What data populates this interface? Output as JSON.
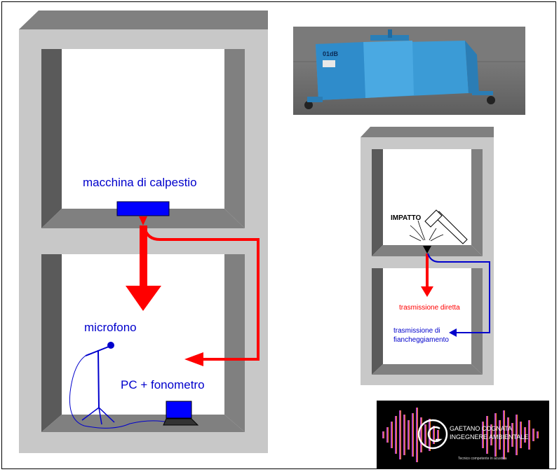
{
  "labels": {
    "machine": "macchina di calpestio",
    "microphone": "microfono",
    "pc": "PC + fonometro",
    "impact": "IMPATTO",
    "direct": "trasmissione diretta",
    "flanking_1": "trasmissione di",
    "flanking_2": "fiancheggiamento"
  },
  "logo": {
    "name_1": "GAETANO COGNATA",
    "name_2": "INGEGNERE AMBIENTALE",
    "tagline": "Tecnico competente in acustica"
  },
  "photo": {
    "brand": "01dB"
  },
  "colors": {
    "wall_face": "#c8c8c8",
    "wall_top": "#808080",
    "wall_side": "#5a5a5a",
    "blue_label": "#0000cc",
    "red_arrow": "#ff0000",
    "machine_blue": "#0000ff"
  }
}
